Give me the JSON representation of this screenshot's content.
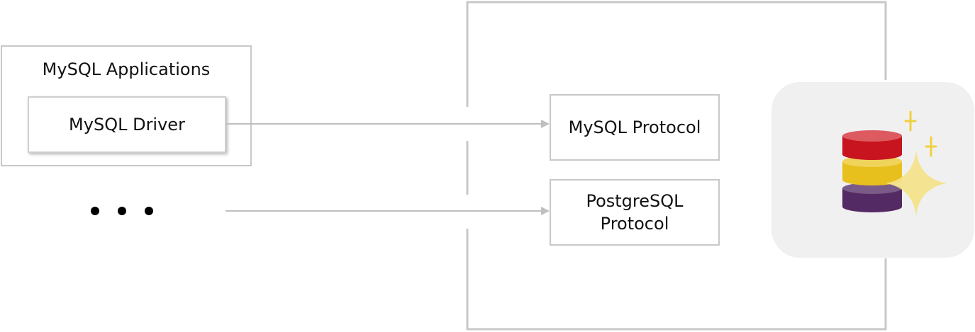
{
  "clients": {
    "apps_title": "MySQL Applications",
    "driver_label": "MySQL Driver",
    "ellipsis_icon": "ellipsis-icon"
  },
  "proxy": {
    "protocols": [
      {
        "label": "MySQL Protocol"
      },
      {
        "label": "PostgreSQL Protocol"
      }
    ]
  },
  "database": {
    "icon": "database-sparkle-icon",
    "colors": {
      "layer_top": "#c8141e",
      "layer_middle": "#e8c01e",
      "layer_bottom": "#542a64",
      "sparkle": "#f3e28a",
      "sparkle_small": "#f0d040",
      "card_bg": "#f0f0f0"
    }
  },
  "colors": {
    "border": "#c8c8c8",
    "arrow": "#bfbfbf",
    "text": "#111111"
  }
}
